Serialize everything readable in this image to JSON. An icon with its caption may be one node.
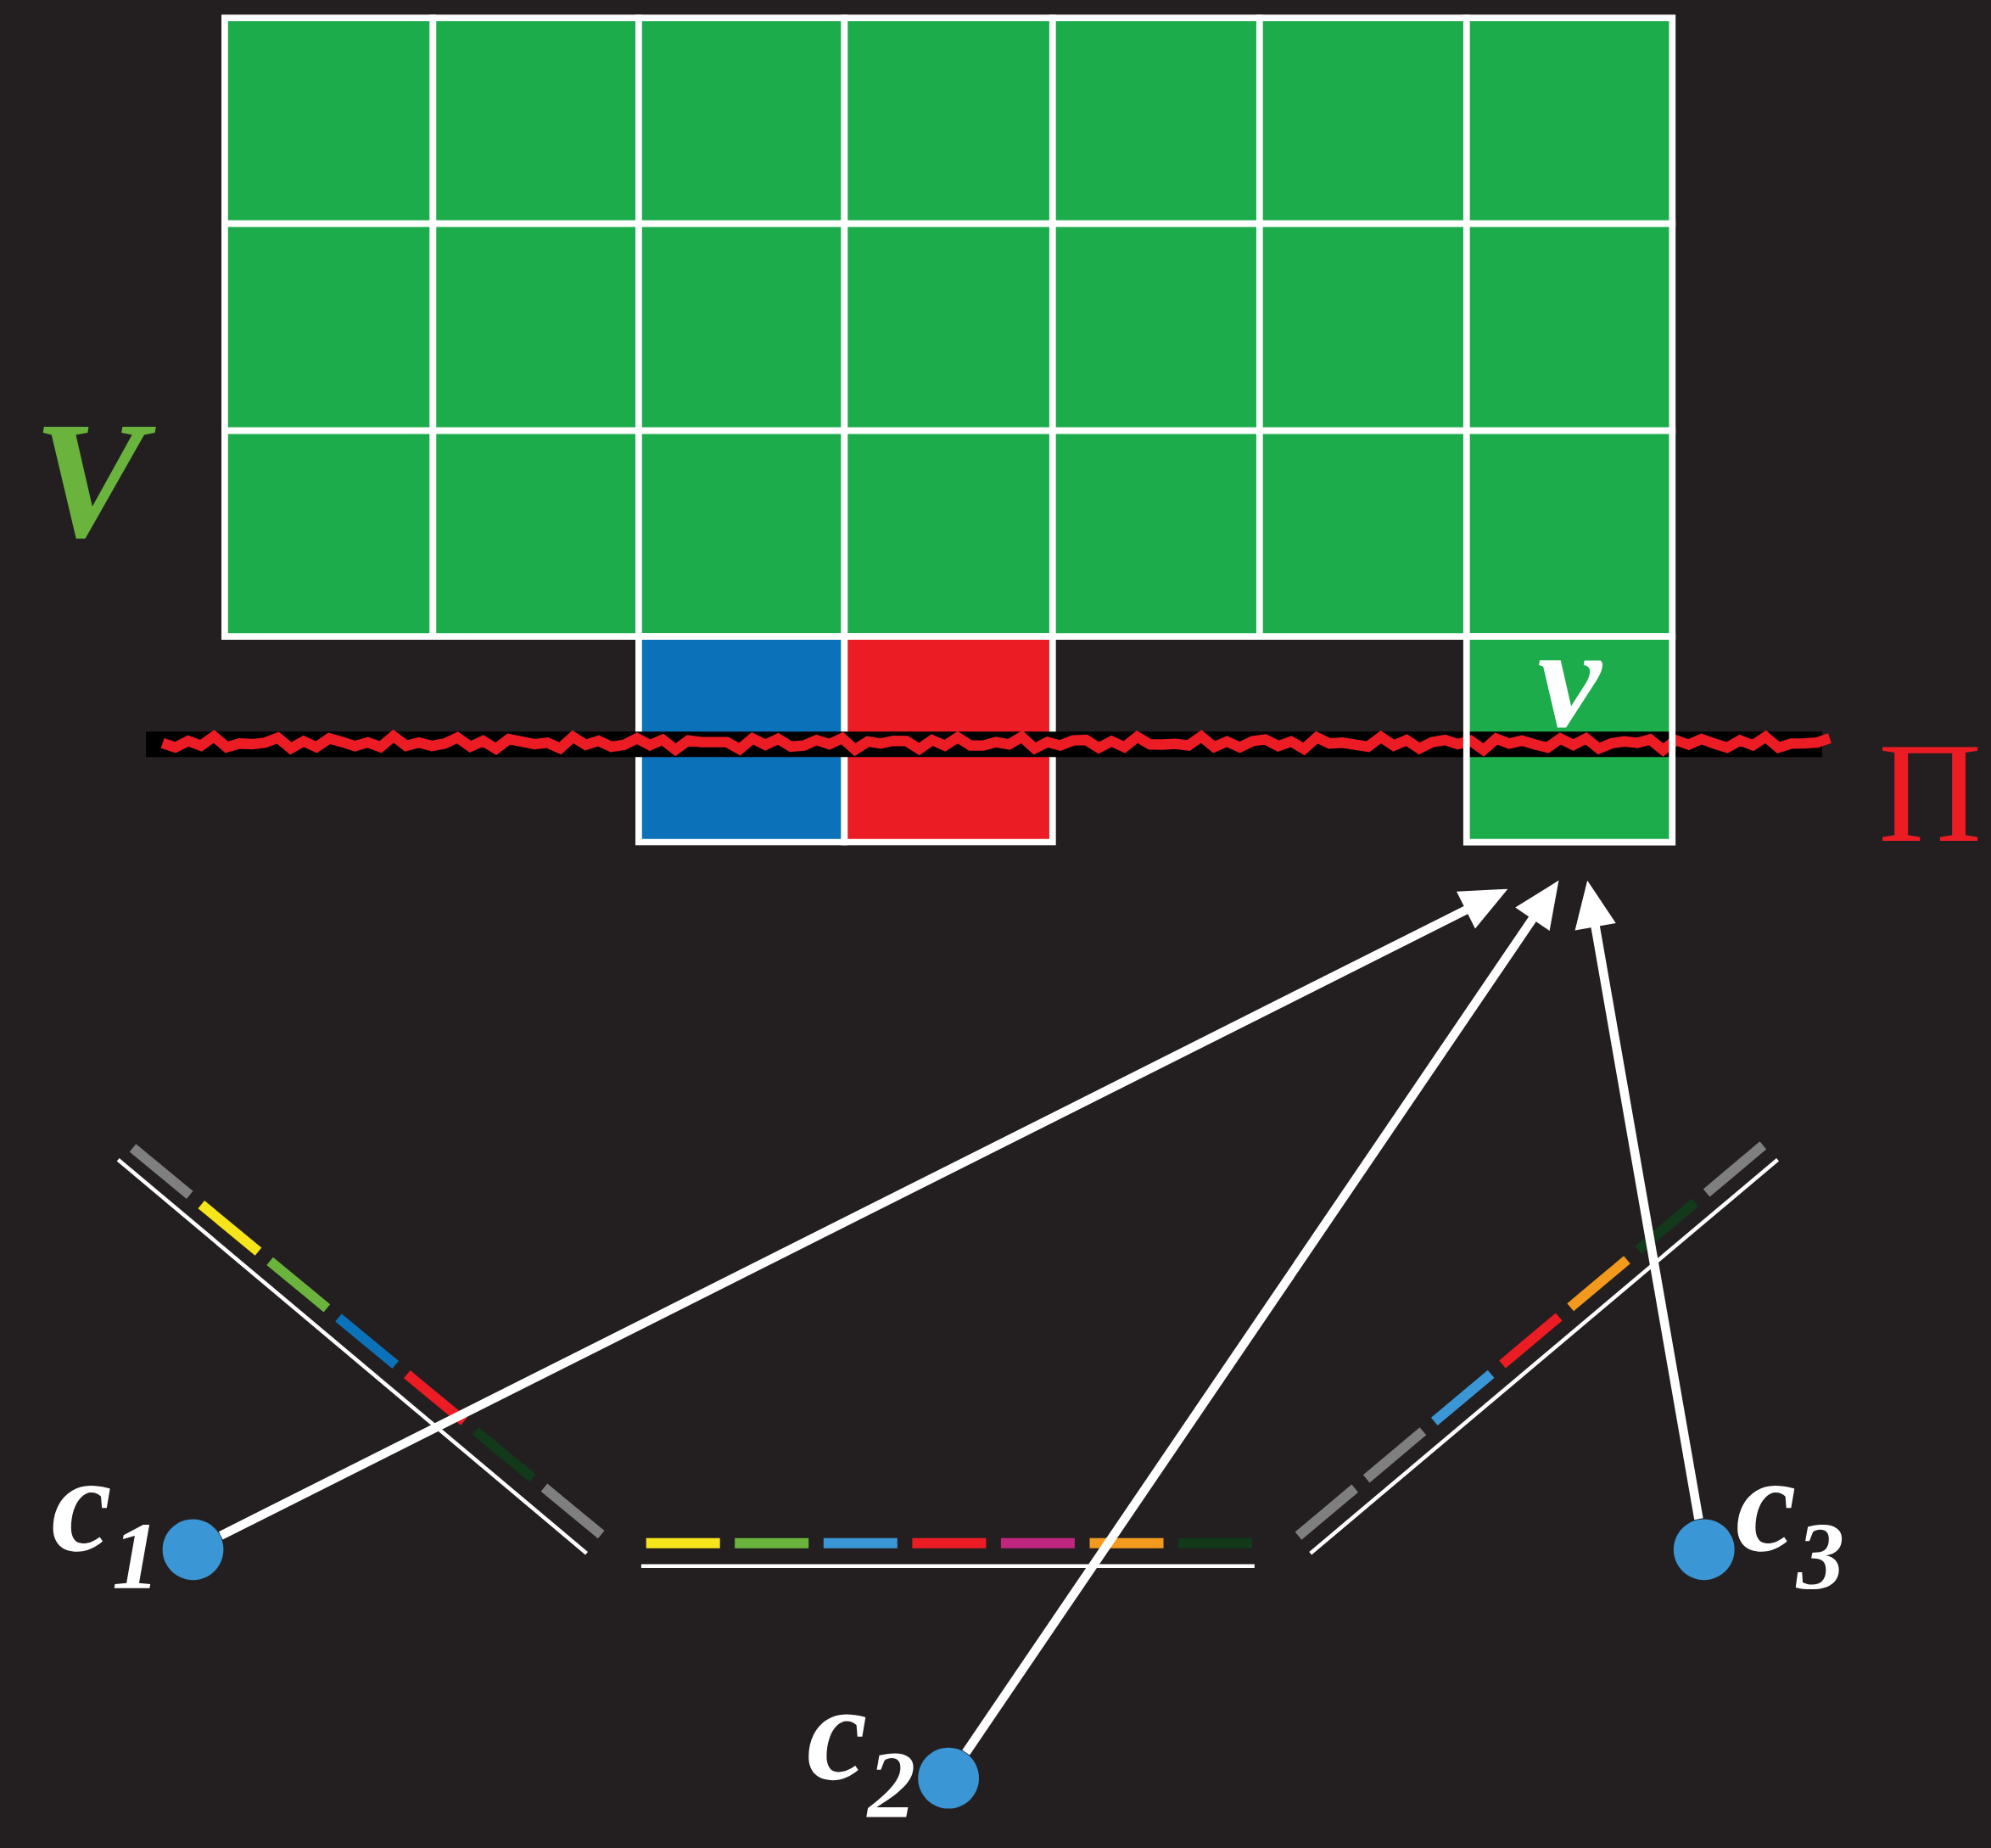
{
  "diagram": {
    "nodes": [
      {
        "text": [
          "v"
        ]
      },
      {
        "text": [],
        "shape": "circle",
        "beside": [
          "c$_{1}$"
        ]
      },
      {
        "text": [],
        "shape": "circle",
        "beside": [
          "c$_{2}$"
        ]
      },
      {
        "text": [],
        "shape": "circle",
        "beside": [
          "c$_{3}$"
        ]
      }
    ],
    "edges": [
      {
        "from": 1,
        "to": 0,
        "arrow": "to"
      },
      {
        "from": 2,
        "to": 0,
        "arrow": "to"
      },
      {
        "from": 3,
        "to": 0,
        "arrow": "to"
      }
    ],
    "labels": [
      "V",
      "Π"
    ]
  }
}
